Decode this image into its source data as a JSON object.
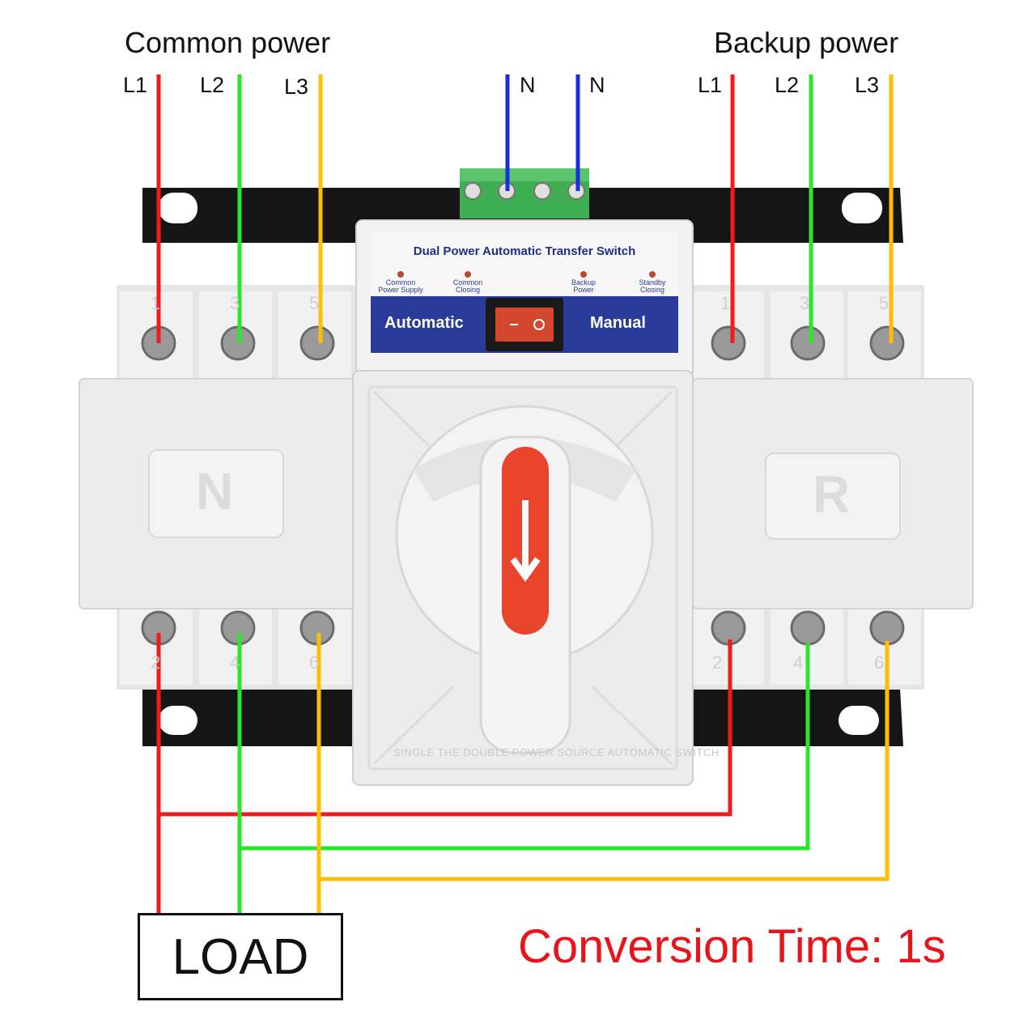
{
  "headers": {
    "common": "Common power",
    "backup": "Backup power"
  },
  "common_phases": [
    {
      "label": "L1",
      "color": "#ee1c1c"
    },
    {
      "label": "L2",
      "color": "#2ce62c"
    },
    {
      "label": "L3",
      "color": "#ffbf00"
    }
  ],
  "backup_phases": [
    {
      "label": "L1",
      "color": "#ee1c1c"
    },
    {
      "label": "L2",
      "color": "#2ce62c"
    },
    {
      "label": "L3",
      "color": "#ffbf00"
    }
  ],
  "neutral": [
    {
      "label": "N",
      "color": "#1a2ee0"
    },
    {
      "label": "N",
      "color": "#1a2ee0"
    }
  ],
  "device": {
    "title": "Dual Power Automatic Transfer Switch",
    "indicators": [
      {
        "line1": "Common",
        "line2": "Power Supply"
      },
      {
        "line1": "Common",
        "line2": "Closing"
      },
      {
        "line1": "Backup",
        "line2": "Power"
      },
      {
        "line1": "Standby",
        "line2": "Closing"
      }
    ],
    "mode_left": "Automatic",
    "mode_right": "Manual",
    "block_left": "N",
    "block_right": "R",
    "top_terminal_numbers": [
      "1",
      "3",
      "5"
    ],
    "bottom_terminal_numbers": [
      "2",
      "4",
      "6"
    ],
    "bottom_text": "SINGLE THE DOUBLE POWER SOURCE AUTOMATIC SWITCH"
  },
  "load_label": "LOAD",
  "conversion_time": "Conversion Time: 1s",
  "colors": {
    "l1": "#ee1c1c",
    "l2": "#2ce62c",
    "l3": "#ffbf00",
    "neutral": "#1a2ee0",
    "panel_blue": "#2a3c9a",
    "handle_red": "#e9442c",
    "housing": "#ececec",
    "mount_rail": "#151515"
  }
}
